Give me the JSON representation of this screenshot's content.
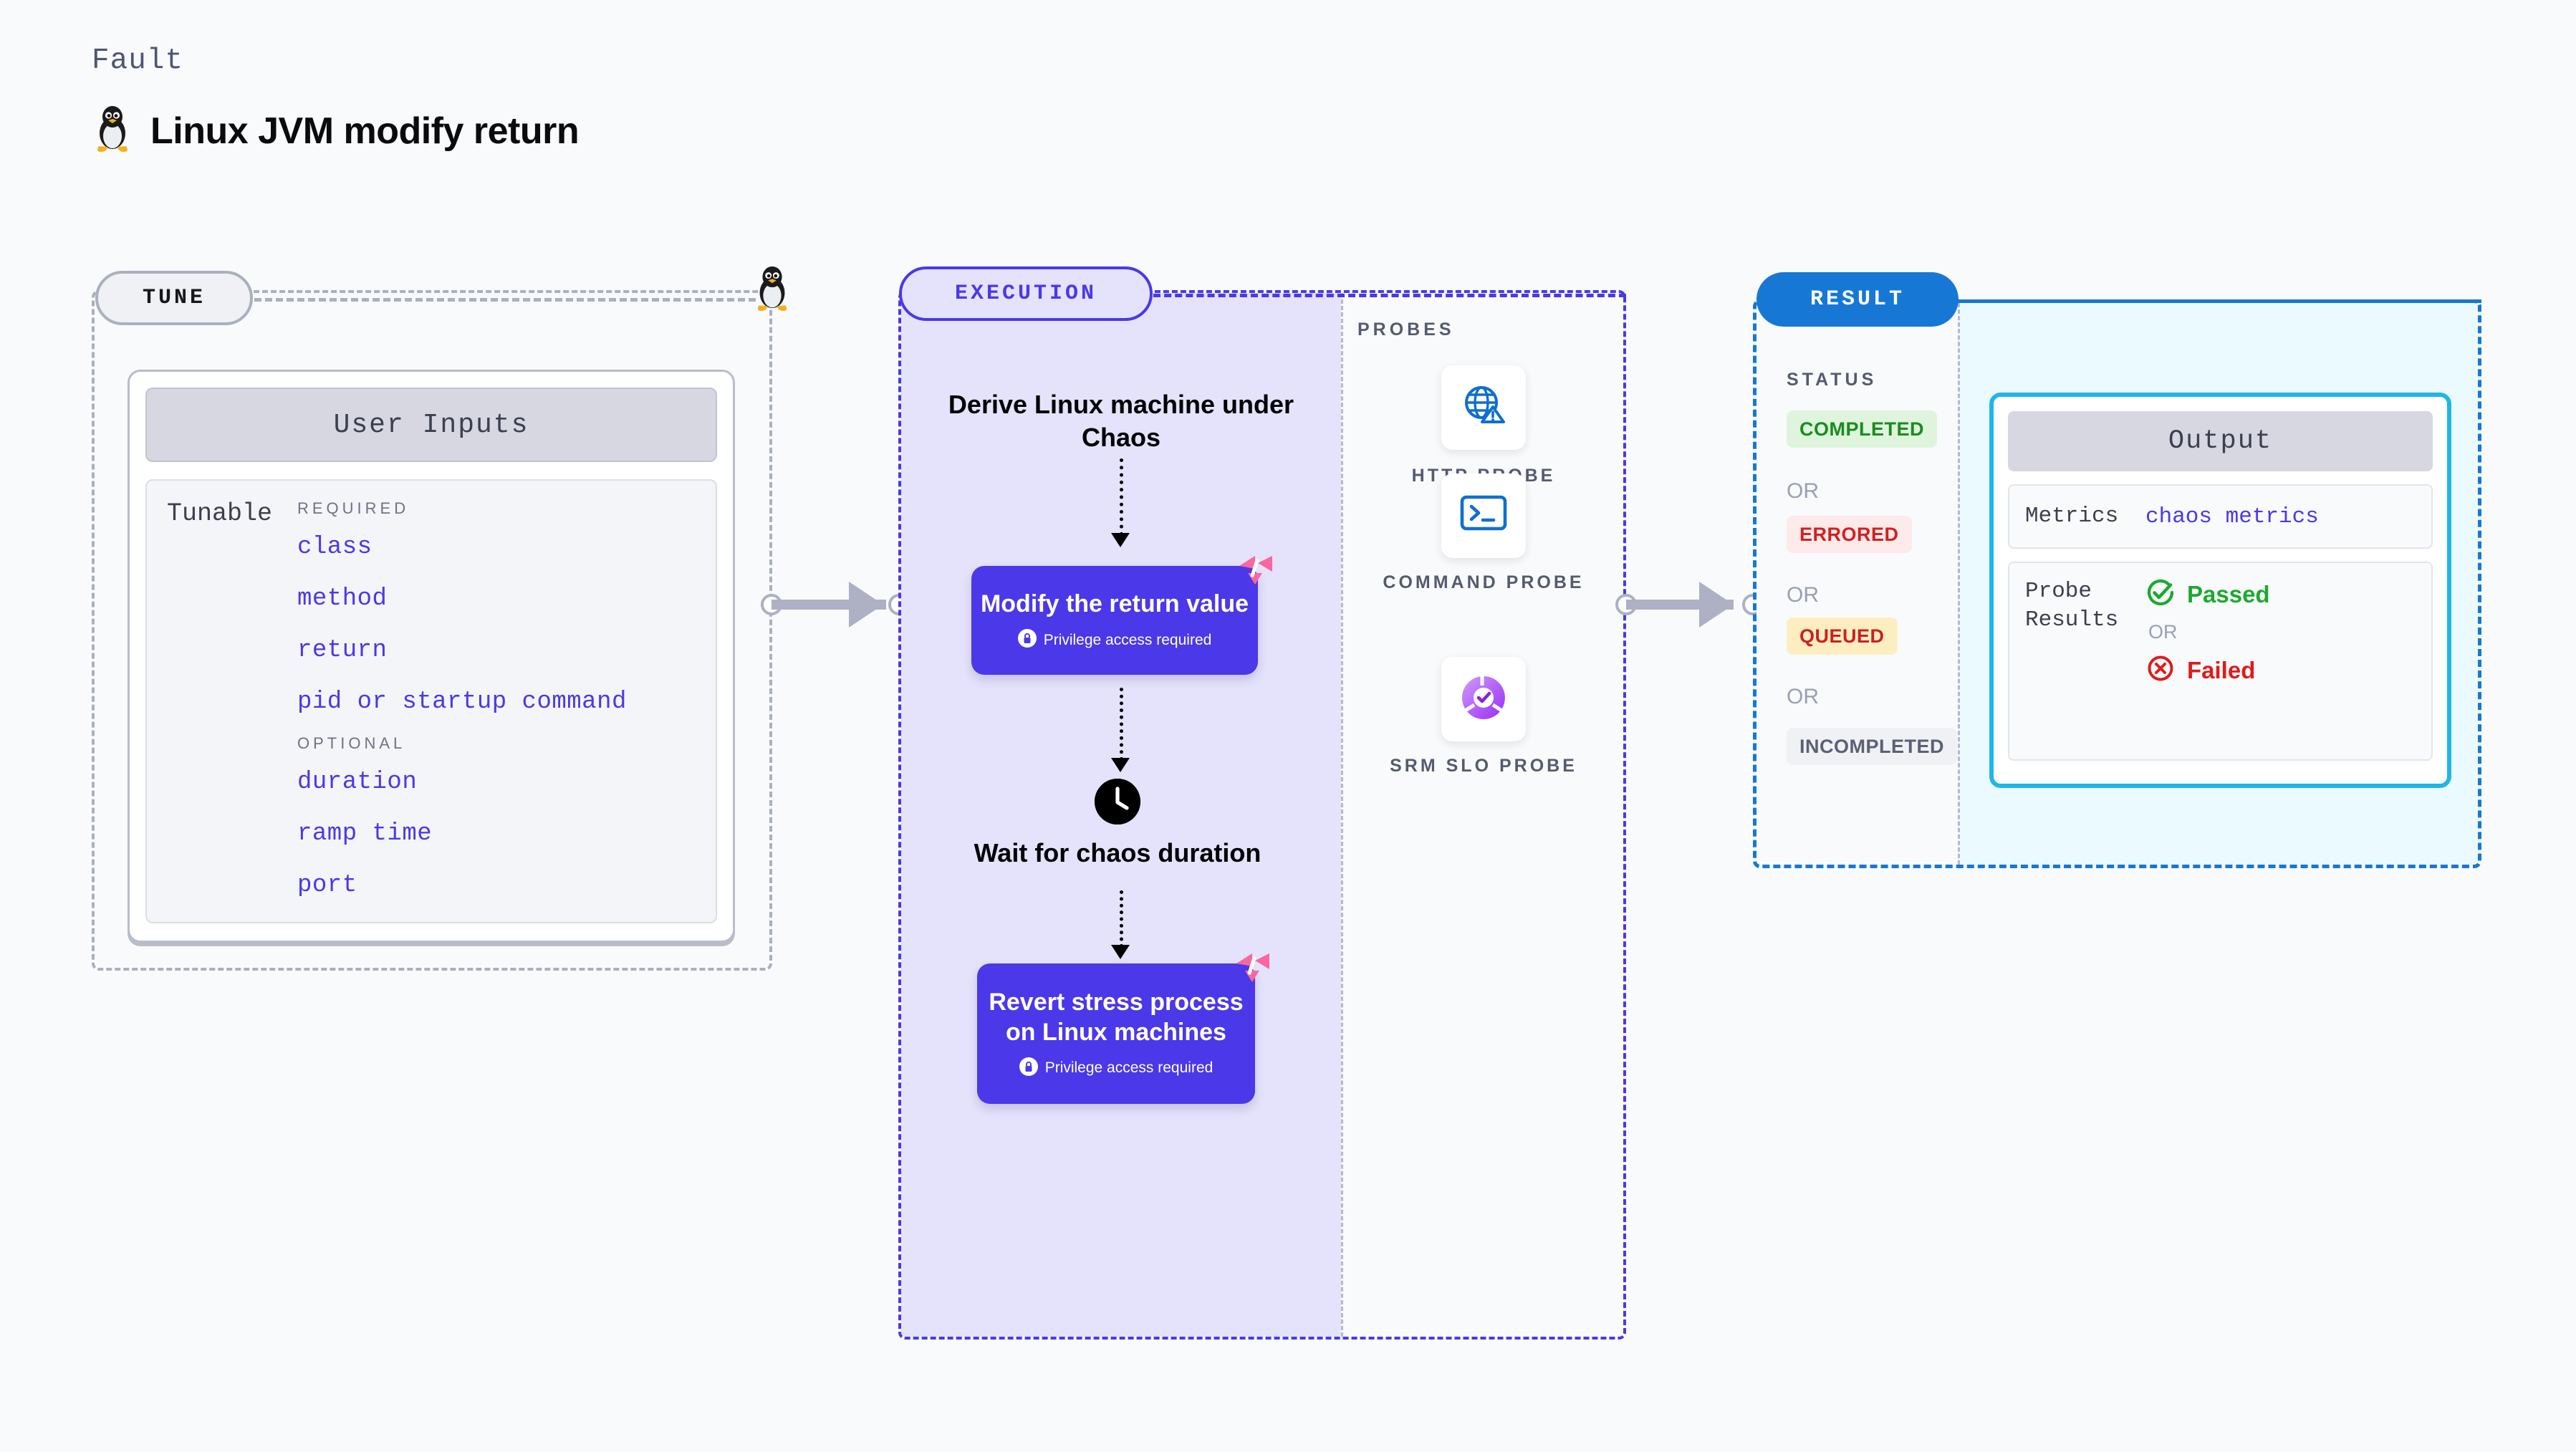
{
  "header": {
    "kicker": "Fault",
    "title": "Linux JVM modify return",
    "icon": "linux-penguin-icon"
  },
  "tune": {
    "pill_label": "TUNE",
    "card": {
      "header": "User Inputs",
      "row_label": "Tunable",
      "groups": [
        {
          "title": "REQUIRED",
          "fields": [
            "class",
            "method",
            "return",
            "pid or startup command"
          ]
        },
        {
          "title": "OPTIONAL",
          "fields": [
            "duration",
            "ramp time",
            "port"
          ]
        }
      ]
    }
  },
  "execution": {
    "pill_label": "EXECUTION",
    "steps": [
      {
        "kind": "text",
        "label": "Derive Linux machine under Chaos"
      },
      {
        "kind": "card",
        "label": "Modify the return value",
        "note": "Privilege access required",
        "badge": "harness-logo-icon",
        "lock": "lock-icon"
      },
      {
        "kind": "clock",
        "icon": "clock-icon",
        "label": "Wait for chaos duration"
      },
      {
        "kind": "card",
        "label": "Revert stress process on Linux machines",
        "note": "Privilege access required",
        "badge": "harness-logo-icon",
        "lock": "lock-icon"
      }
    ]
  },
  "probes": {
    "title": "PROBES",
    "items": [
      {
        "icon": "globe-warning-icon",
        "label": "HTTP PROBE"
      },
      {
        "icon": "terminal-prompt-icon",
        "label": "COMMAND PROBE"
      },
      {
        "icon": "srm-slo-donut-check-icon",
        "label": "SRM SLO PROBE"
      }
    ]
  },
  "result": {
    "pill_label": "RESULT",
    "status_title": "STATUS",
    "or_label": "OR",
    "statuses": [
      {
        "label": "COMPLETED",
        "text_color": "#1a8c1f",
        "bg_color": "#dff4dd"
      },
      {
        "label": "ERRORED",
        "text_color": "#d32020",
        "bg_color": "#fdeaea"
      },
      {
        "label": "QUEUED",
        "text_color": "#cc2020",
        "bg_color": "#fdeec2"
      },
      {
        "label": "INCOMPLETED",
        "text_color": "#5b6073",
        "bg_color": "#eff1f5"
      }
    ],
    "output": {
      "header": "Output",
      "metrics_key": "Metrics",
      "metrics_value": "chaos metrics",
      "probe_key": "Probe Results",
      "passed_label": "Passed",
      "failed_label": "Failed",
      "or_label": "OR",
      "passed_icon": "check-circle-icon",
      "failed_icon": "x-circle-icon"
    }
  },
  "colors": {
    "canvas": "#f8fafc",
    "tune_border": "#aab0be",
    "execution_accent": "#4b38e8",
    "execution_fill": "#e4e3fb",
    "result_accent": "#1678d4",
    "result_fill": "#eafaff",
    "output_border": "#1fb6e8",
    "harness_pink": "#f9679e",
    "field_link": "#4b38e8"
  }
}
